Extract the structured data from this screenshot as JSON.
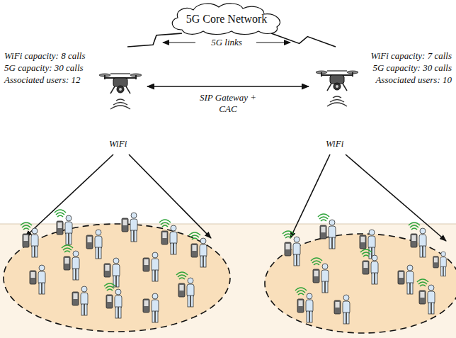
{
  "diagram": {
    "nodes": [
      {
        "text": [
          "5G Core Network"
        ]
      },
      {
        "text": [
          "WiFi capacity: 8 calls",
          "5G capacity: 30 calls",
          "Associated users: 12",
          "WiFi"
        ]
      },
      {
        "text": [
          "WiFi capacity: 7 calls",
          "5G capacity: 30 calls",
          "Associated users: 10",
          "WiFi"
        ]
      }
    ],
    "edges": [
      {
        "from": 0,
        "to": 1,
        "arrow": "none"
      },
      {
        "from": 0,
        "to": 2,
        "arrow": "none"
      },
      {
        "from": 1,
        "to": 2,
        "label": "SIP Gateway + CAC",
        "arrow": "both"
      }
    ],
    "labels": [
      "5G links"
    ]
  }
}
